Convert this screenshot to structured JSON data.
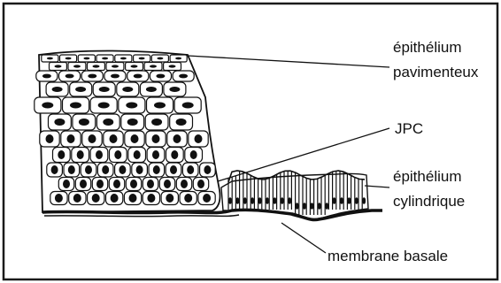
{
  "labels": {
    "pavimenteux_line1": "épithélium",
    "pavimenteux_line2": "pavimenteux",
    "jpc": "JPC",
    "cylindrique_line1": "épithélium",
    "cylindrique_line2": "cylindrique",
    "membrane": "membrane basale"
  },
  "colors": {
    "frame": "#1a1a1a",
    "ink": "#111111",
    "cell_fill": "#ffffff",
    "background": "#ffffff"
  }
}
